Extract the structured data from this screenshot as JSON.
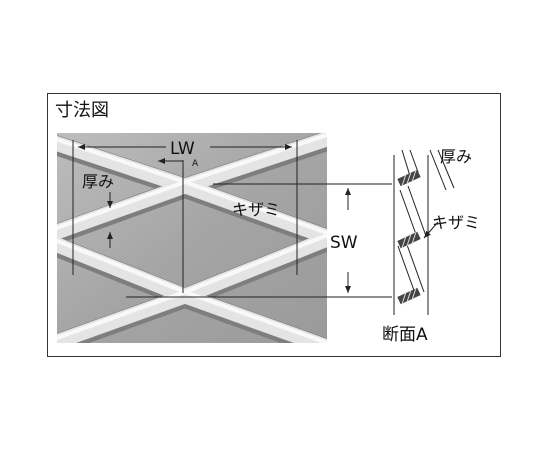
{
  "title": "寸法図",
  "labels": {
    "lw": "LW",
    "lw_sub": "A",
    "thickness_left": "厚み",
    "knurl_center": "キザミ",
    "sw": "SW",
    "thickness_right": "厚み",
    "knurl_right": "キザミ",
    "section": "断面A"
  },
  "colors": {
    "plate_background": "#a9a9a9",
    "strand": "#e6e6e6",
    "line": "#222222"
  }
}
